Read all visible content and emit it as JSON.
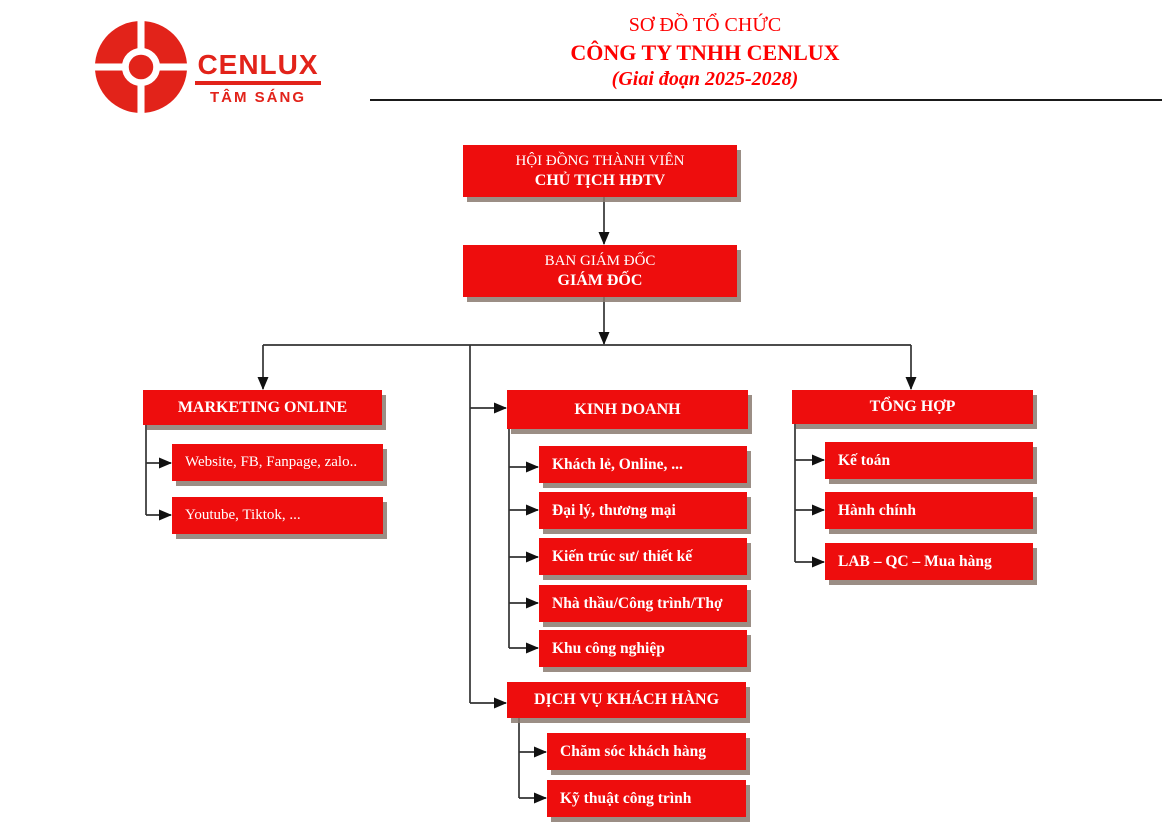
{
  "header": {
    "logo": {
      "brand": "CENLUX",
      "tagline": "TÂM SÁNG"
    },
    "title_line1": "SƠ ĐỒ TỔ CHỨC",
    "title_line2": "CÔNG TY TNHH CENLUX",
    "title_line3": "(Giai đoạn 2025-2028)"
  },
  "colors": {
    "box_red": "#ee0d0d",
    "title_red": "#fe0000",
    "logo_red": "#e2231a",
    "connector": "#333333",
    "shadow_gray": "#8a7a70"
  },
  "org": {
    "root": {
      "line1": "HỘI ĐỒNG THÀNH VIÊN",
      "line2": "CHỦ TỊCH HĐTV"
    },
    "director": {
      "line1": "BAN GIÁM ĐỐC",
      "line2": "GIÁM ĐỐC"
    },
    "departments": [
      {
        "title": "MARKETING ONLINE",
        "items": [
          "Website, FB, Fanpage, zalo..",
          "Youtube, Tiktok, ..."
        ]
      },
      {
        "title": "KINH DOANH",
        "items": [
          "Khách lẻ, Online, ...",
          "Đại lý, thương mại",
          "Kiến trúc sư/ thiết kế",
          "Nhà thầu/Công trình/Thợ",
          "Khu công nghiệp"
        ]
      },
      {
        "title": "TỔNG HỢP",
        "items": [
          "Kế toán",
          "Hành chính",
          "LAB – QC – Mua hàng"
        ]
      },
      {
        "title": "DỊCH VỤ KHÁCH HÀNG",
        "items": [
          "Chăm sóc khách hàng",
          "Kỹ thuật công trình"
        ]
      }
    ]
  }
}
